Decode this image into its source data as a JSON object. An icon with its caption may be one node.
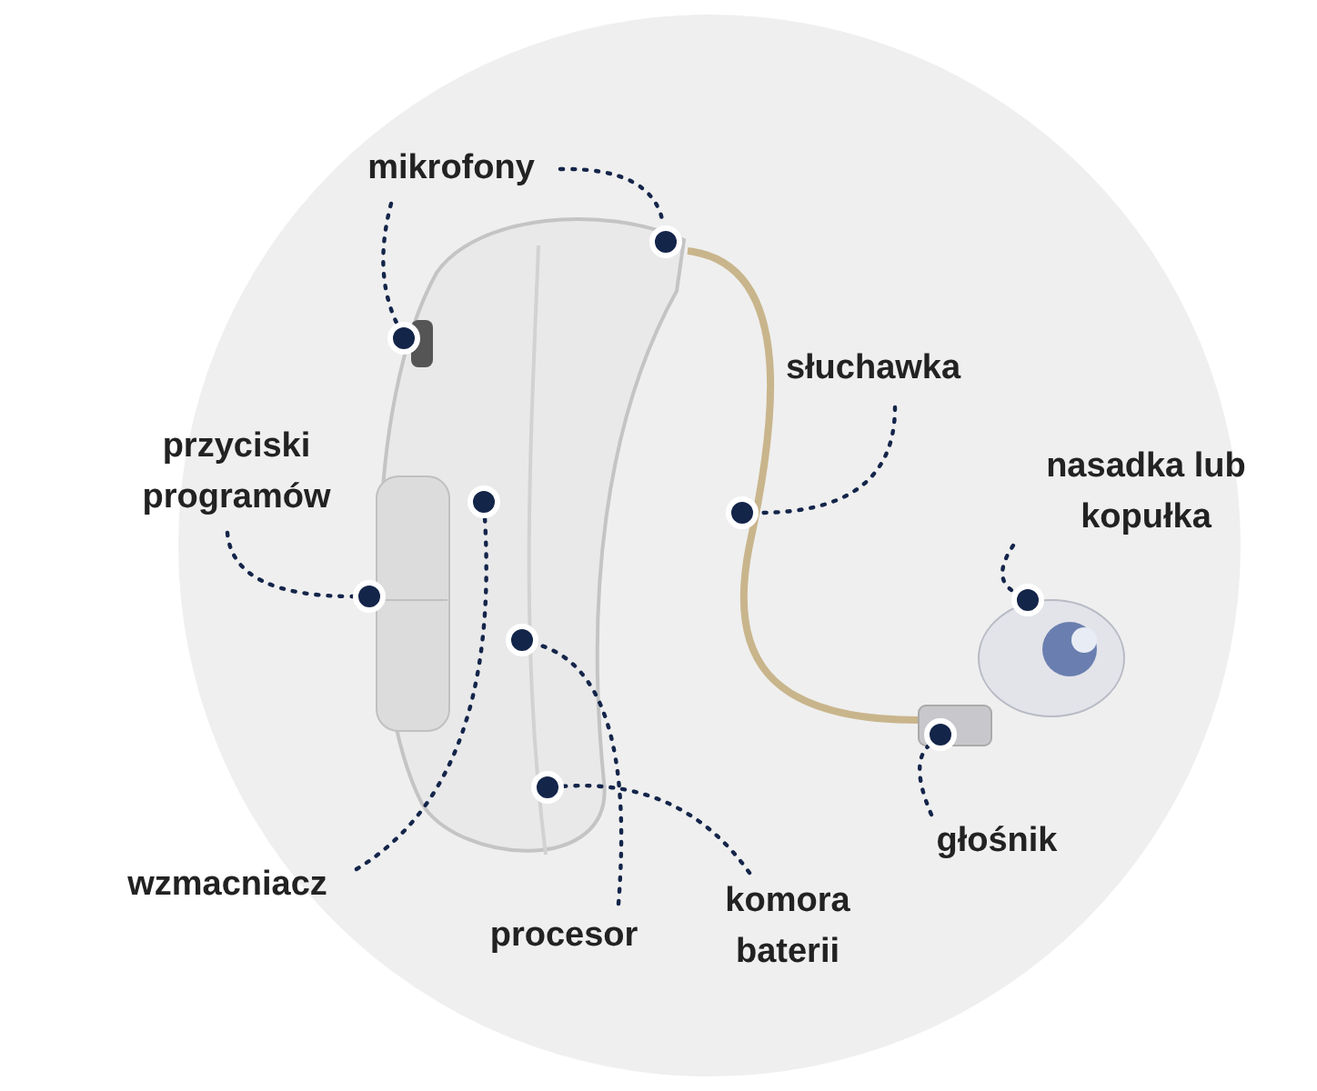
{
  "diagram": {
    "nodes": [
      {
        "text": [
          "mikrofony"
        ]
      },
      {
        "text": [],
        "shape": "circle"
      },
      {
        "text": [],
        "shape": "circle"
      },
      {
        "text": [
          "słuchawka"
        ]
      },
      {
        "text": [],
        "shape": "circle"
      },
      {
        "text": [
          "przyciski programów"
        ]
      },
      {
        "text": [
          "nasadka lub kopułka"
        ]
      },
      {
        "text": [],
        "shape": "circle"
      },
      {
        "text": [],
        "shape": "circle"
      },
      {
        "text": [],
        "shape": "circle"
      },
      {
        "text": [],
        "shape": "circle"
      },
      {
        "text": [],
        "shape": "circle"
      },
      {
        "text": [],
        "shape": "circle"
      },
      {
        "text": [
          "głośnik"
        ]
      },
      {
        "text": [
          "wzmacniacz"
        ]
      },
      {
        "text": [
          "komora baterii"
        ]
      },
      {
        "text": [
          "procesor"
        ]
      }
    ],
    "edges": [
      {
        "from": 0,
        "to": 1,
        "arrow": "none",
        "style": "dashed"
      },
      {
        "from": 0,
        "to": 2,
        "arrow": "none",
        "style": "dashed"
      },
      {
        "from": 3,
        "to": 4,
        "arrow": "none",
        "style": "dashed"
      },
      {
        "from": 5,
        "to": 8,
        "arrow": "none",
        "style": "dashed"
      },
      {
        "from": 6,
        "to": 9,
        "arrow": "none",
        "style": "dashed"
      },
      {
        "from": 14,
        "to": 7,
        "arrow": "none",
        "style": "dashed"
      },
      {
        "from": 16,
        "to": 10,
        "arrow": "none",
        "style": "dashed"
      },
      {
        "from": 15,
        "to": 12,
        "arrow": "none",
        "style": "dashed"
      },
      {
        "from": 13,
        "to": 11,
        "arrow": "none",
        "style": "dashed"
      }
    ]
  }
}
